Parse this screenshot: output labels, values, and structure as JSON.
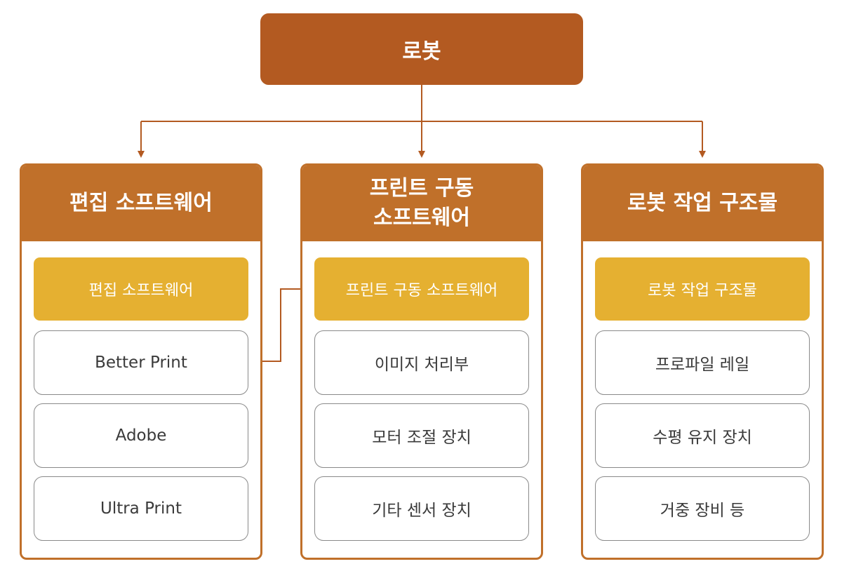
{
  "root": {
    "label": "로봇"
  },
  "panels": [
    {
      "title": "편집 소프트웨어",
      "subheader": "편집 소프트웨어",
      "items": [
        "Better Print",
        "Adobe",
        "Ultra Print"
      ]
    },
    {
      "title_line1": "프린트 구동",
      "title_line2": "소프트웨어",
      "subheader": "프린트 구동 소프트웨어",
      "items": [
        "이미지 처리부",
        "모터 조절 장치",
        "기타 센서 장치"
      ]
    },
    {
      "title": "로봇 작업 구조물",
      "subheader": "로봇 작업 구조물",
      "items": [
        "프로파일 레일",
        "수평 유지 장치",
        "거중 장비 등"
      ]
    }
  ],
  "colors": {
    "root": "#b35a21",
    "panel_header": "#c0702a",
    "subheader": "#e5b031",
    "connector": "#b35a21"
  }
}
